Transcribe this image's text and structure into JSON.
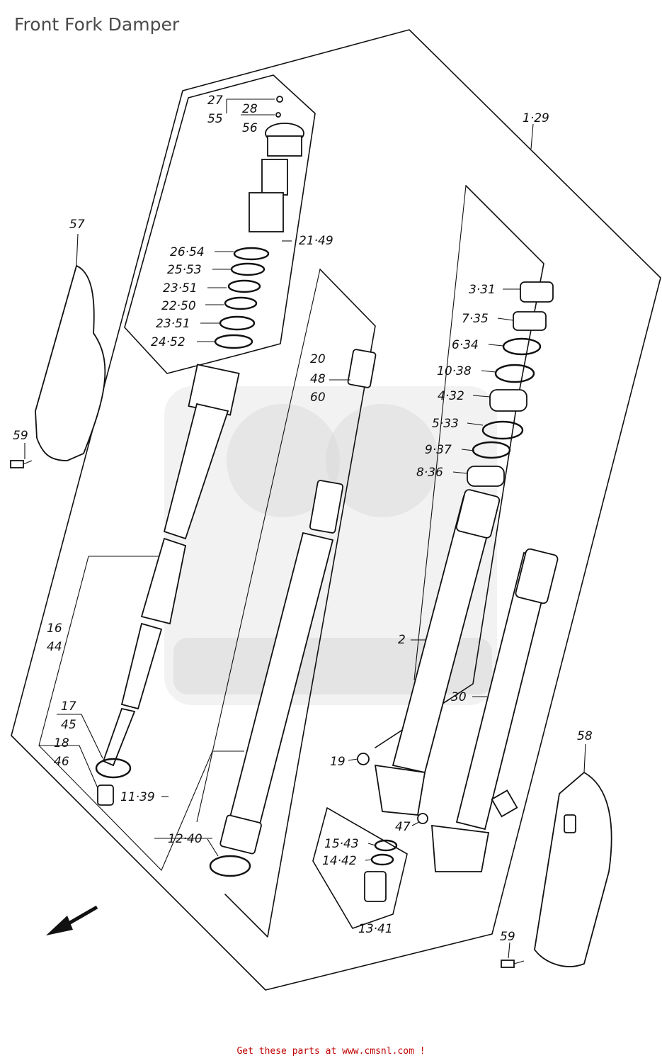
{
  "title": "Front Fork Damper",
  "footer": "Get these parts at www.cmsnl.com !",
  "callouts": [
    {
      "id": "c-1-29",
      "text": "1·29"
    },
    {
      "id": "c-2",
      "text": "2"
    },
    {
      "id": "c-3-31",
      "text": "3·31"
    },
    {
      "id": "c-7-35",
      "text": "7·35"
    },
    {
      "id": "c-6-34",
      "text": "6·34"
    },
    {
      "id": "c-10-38",
      "text": "10·38"
    },
    {
      "id": "c-4-32",
      "text": "4·32"
    },
    {
      "id": "c-5-33",
      "text": "5·33"
    },
    {
      "id": "c-9-37",
      "text": "9·37"
    },
    {
      "id": "c-8-36",
      "text": "8·36"
    },
    {
      "id": "c-30",
      "text": "30"
    },
    {
      "id": "c-58",
      "text": "58"
    },
    {
      "id": "c-59b",
      "text": "59"
    },
    {
      "id": "c-19",
      "text": "19"
    },
    {
      "id": "c-47",
      "text": "47"
    },
    {
      "id": "c-15-43",
      "text": "15·43"
    },
    {
      "id": "c-14-42",
      "text": "14·42"
    },
    {
      "id": "c-13-41",
      "text": "13·41"
    },
    {
      "id": "c-20",
      "text": "20"
    },
    {
      "id": "c-48",
      "text": "48"
    },
    {
      "id": "c-60",
      "text": "60"
    },
    {
      "id": "c-11-39",
      "text": "11·39"
    },
    {
      "id": "c-12-40",
      "text": "12·40"
    },
    {
      "id": "c-57",
      "text": "57"
    },
    {
      "id": "c-59a",
      "text": "59"
    },
    {
      "id": "c-16",
      "text": "16"
    },
    {
      "id": "c-44",
      "text": "44"
    },
    {
      "id": "c-17",
      "text": "17"
    },
    {
      "id": "c-45",
      "text": "45"
    },
    {
      "id": "c-18",
      "text": "18"
    },
    {
      "id": "c-46",
      "text": "46"
    },
    {
      "id": "c-27",
      "text": "27"
    },
    {
      "id": "c-28",
      "text": "28"
    },
    {
      "id": "c-55",
      "text": "55"
    },
    {
      "id": "c-56",
      "text": "56"
    },
    {
      "id": "c-21-49",
      "text": "21·49"
    },
    {
      "id": "c-26-54",
      "text": "26·54"
    },
    {
      "id": "c-25-53",
      "text": "25·53"
    },
    {
      "id": "c-23-51a",
      "text": "23·51"
    },
    {
      "id": "c-22-50",
      "text": "22·50"
    },
    {
      "id": "c-23-51b",
      "text": "23·51"
    },
    {
      "id": "c-24-52",
      "text": "24·52"
    }
  ]
}
